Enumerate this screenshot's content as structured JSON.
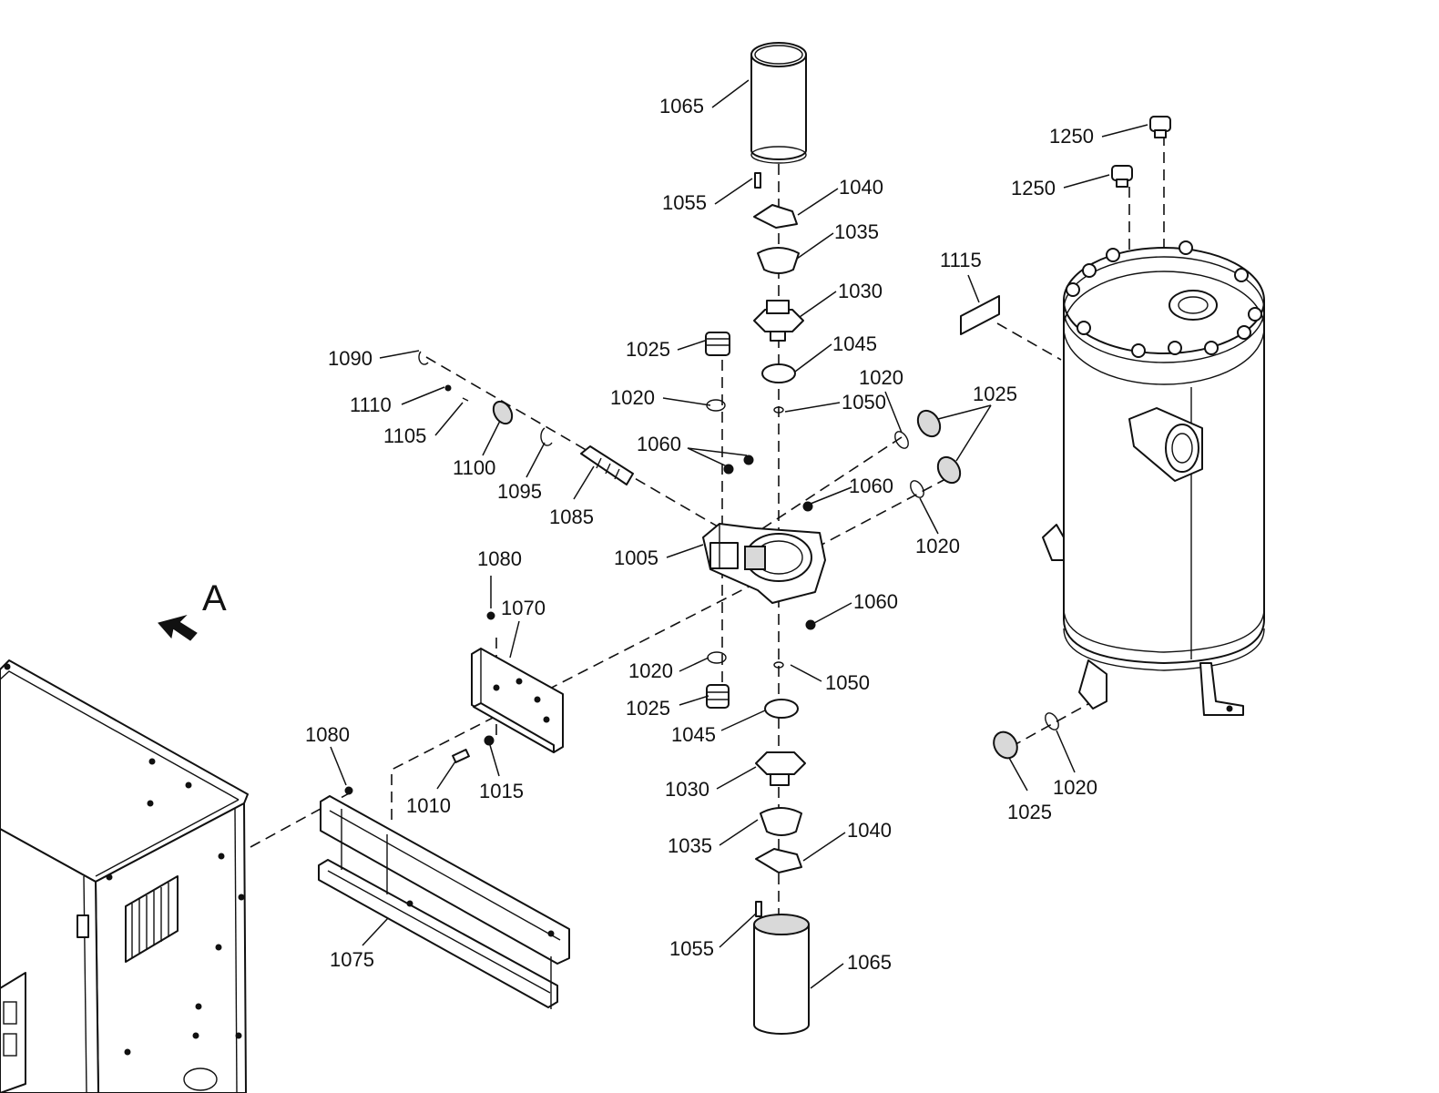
{
  "view_marker": "A",
  "callouts": {
    "c1065_top": "1065",
    "c1055_top": "1055",
    "c1040_top": "1040",
    "c1035_top": "1035",
    "c1030_top": "1030",
    "c1045_top": "1045",
    "c1050_top": "1050",
    "c1025_left_top": "1025",
    "c1020_left_top": "1020",
    "c1060_pair": "1060",
    "c1060_right": "1060",
    "c1060_lower": "1060",
    "c1005": "1005",
    "c1090": "1090",
    "c1110": "1110",
    "c1105": "1105",
    "c1100": "1100",
    "c1095": "1095",
    "c1085": "1085",
    "c1020_right_top": "1020",
    "c1025_right": "1025",
    "c1020_right_mid": "1020",
    "c1080_top": "1080",
    "c1070": "1070",
    "c1080_left": "1080",
    "c1010": "1010",
    "c1015": "1015",
    "c1075": "1075",
    "c1020_left_low": "1020",
    "c1025_left_low": "1025",
    "c1050_low": "1050",
    "c1045_low": "1045",
    "c1030_low": "1030",
    "c1035_low": "1035",
    "c1040_low": "1040",
    "c1055_low": "1055",
    "c1065_low": "1065",
    "c1250_a": "1250",
    "c1250_b": "1250",
    "c1115": "1115",
    "c1025_tank": "1025",
    "c1020_tank": "1020"
  }
}
